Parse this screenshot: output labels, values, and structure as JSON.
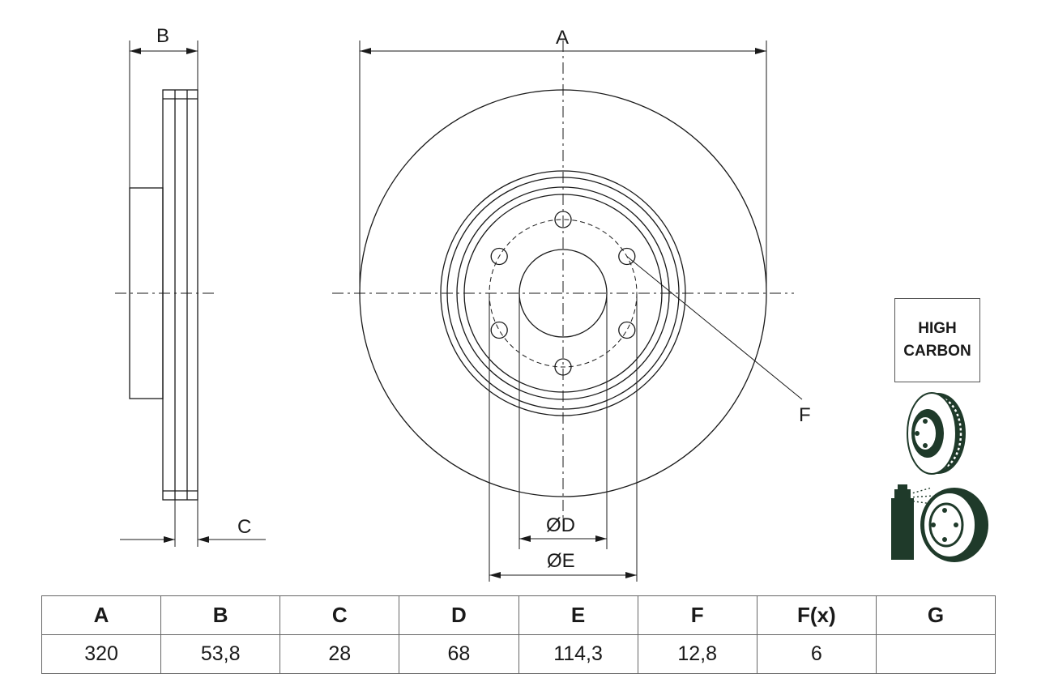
{
  "dimension_labels": {
    "a": "A",
    "b": "B",
    "c": "C",
    "f": "F",
    "d": "ØD",
    "e": "ØE"
  },
  "badge": {
    "line1": "HIGH",
    "line2": "CARBON"
  },
  "icons": [
    "vented-disc-icon",
    "coating-spray-icon"
  ],
  "colors": {
    "line": "#1a1a1a",
    "icon_fill": "#1f3a2a"
  },
  "table": {
    "headers": [
      "A",
      "B",
      "C",
      "D",
      "E",
      "F",
      "F(x)",
      "G"
    ],
    "values": [
      "320",
      "53,8",
      "28",
      "68",
      "114,3",
      "12,8",
      "6",
      ""
    ]
  }
}
